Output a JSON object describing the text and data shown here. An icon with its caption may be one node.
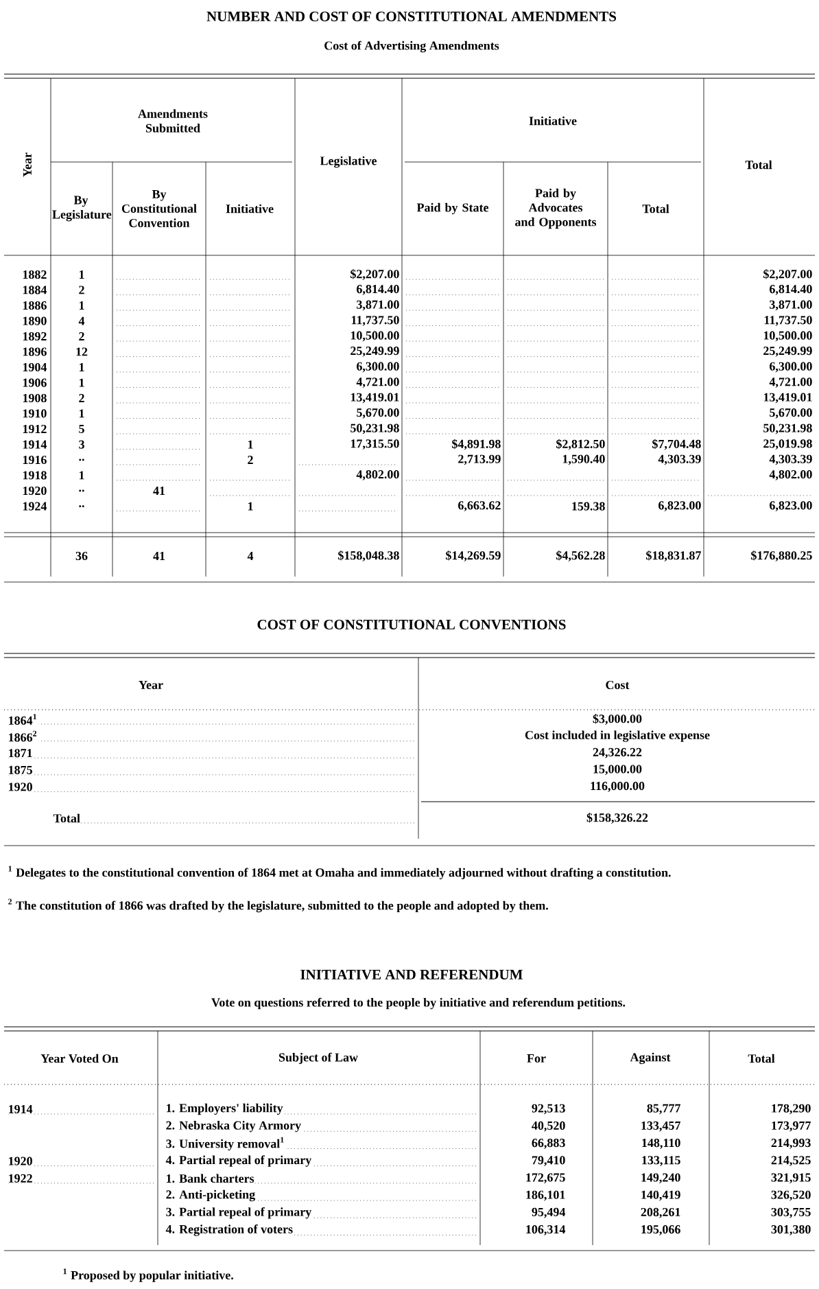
{
  "diagram": {
    "title": "NUMBER AND COST OF CONSTITUTIONAL AMENDMENTS",
    "labels": [
      "Cost of Advertising Amendments",
      "Year",
      "Amendments Submitted",
      "By Legislature",
      "By Constitutional Convention",
      "Initiative",
      "Legislative",
      "Initiative",
      "Paid by State",
      "Paid by Advocates and Opponents",
      "Total",
      "Total",
      "1882",
      "1",
      "$2,207.00",
      "$2,207.00",
      "1884",
      "2",
      "6,814.40",
      "6,814.40",
      "1886",
      "1",
      "3,871.00",
      "3,871.00",
      "1890",
      "4",
      "11,737.50",
      "11,737.50",
      "1892",
      "2",
      "10,500.00",
      "10,500.00",
      "1896",
      "12",
      "25,249.99",
      "25,249.99",
      "1904",
      "1",
      "6,300.00",
      "6,300.00",
      "1906",
      "1",
      "4,721.00",
      "4,721.00",
      "1908",
      "2",
      "13,419.01",
      "13,419.01",
      "1910",
      "1",
      "5,670.00",
      "5,670.00",
      "1912",
      "5",
      "50,231.98",
      "50,231.98",
      "1914",
      "3",
      "1",
      "17,315.50",
      "$4,891.98",
      "$2,812.50",
      "$7,704.48",
      "25,019.98",
      "1916",
      "..",
      "2",
      "2,713.99",
      "1,590.40",
      "4,303.39",
      "4,303.39",
      "1918",
      "1",
      "4,802.00",
      "4,802.00",
      "1920",
      "..",
      "41",
      "1924",
      "..",
      "1",
      "6,663.62",
      "159.38",
      "6,823.00",
      "6,823.00",
      "36",
      "41",
      "4",
      "$158,048.38",
      "$14,269.59",
      "$4,562.28",
      "$18,831.87",
      "$176,880.25",
      "COST OF CONSTITUTIONAL CONVENTIONS",
      "Year",
      "Cost",
      "1864$^{1}$",
      "$3,000.00",
      "1866$^{2}$",
      "Cost included in legislative expense",
      "1871",
      "24,326.22",
      "1875",
      "15,000.00",
      "1920",
      "116,000.00",
      "Total",
      "$158,326.22",
      "$^{1}$ Delegates to the constitutional convention of 1864 met at Omaha and immediately adjourned without drafting a constitution.",
      "$^{2}$ The constitution of 1866 was drafted by the legislature, submitted to the people and adopted by them.",
      "INITIATIVE AND REFERENDUM",
      "Vote on questions referred to the people by initiative and referendum petitions.",
      "Year Voted On",
      "Subject of Law",
      "For",
      "Against",
      "Total",
      "1914",
      "1. Employers' liability",
      "92,513",
      "85,777",
      "178,290",
      "2. Nebraska City Armory",
      "40,520",
      "133,457",
      "173,977",
      "3. University removal$^{1}$",
      "66,883",
      "148,110",
      "214,993",
      "1920",
      "4. Partial repeal of primary",
      "79,410",
      "133,115",
      "214,525",
      "1922",
      "1. Bank charters",
      "172,675",
      "149,240",
      "321,915",
      "2. Anti-picketing",
      "186,101",
      "140,419",
      "326,520",
      "3. Partial repeal of primary",
      "95,494",
      "208,261",
      "303,755",
      "4. Registration of voters",
      "106,314",
      "195,066",
      "301,380",
      "$^{1}$ Proposed by popular initiative."
    ]
  }
}
